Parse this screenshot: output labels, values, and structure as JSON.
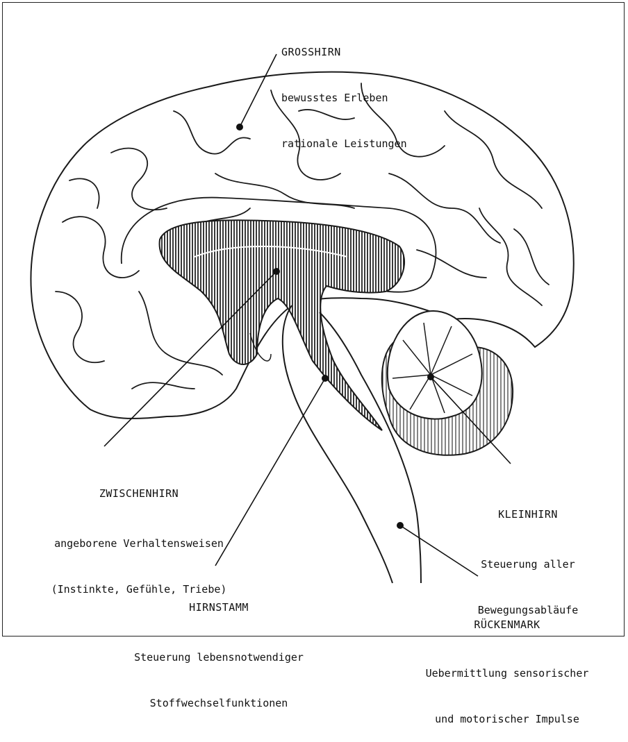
{
  "labels": {
    "grosshirn": {
      "title": "GROSSHIRN",
      "line1": "bewusstes Erleben",
      "line2": "rationale Leistungen"
    },
    "zwischenhirn": {
      "title": "ZWISCHENHIRN",
      "line1": "angeborene Verhaltensweisen",
      "line2": "(Instinkte, Gefühle, Triebe)"
    },
    "kleinhirn": {
      "title": "KLEINHIRN",
      "line1": "Steuerung aller",
      "line2": "Bewegungsabläufe"
    },
    "hirnstamm": {
      "title": "HIRNSTAMM",
      "line1": "Steuerung lebensnotwendiger",
      "line2": "Stoffwechselfunktionen"
    },
    "rueckenmark": {
      "title": "RÜCKENMARK",
      "line1": "Uebermittlung sensorischer",
      "line2": "und motorischer Impulse"
    }
  },
  "colors": {
    "ink": "#1a1a1a",
    "hatch": "#2a2a2a",
    "paper": "#ffffff"
  }
}
